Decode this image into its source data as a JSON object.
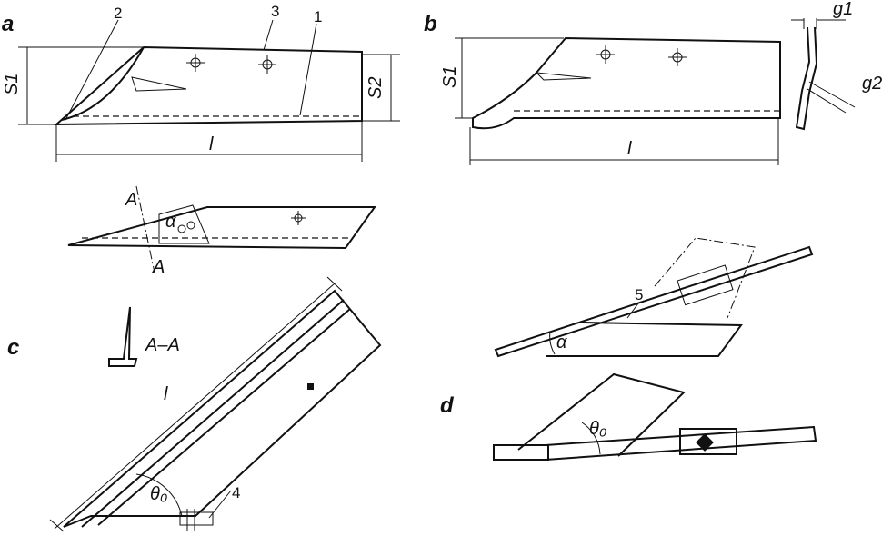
{
  "panels": {
    "a": {
      "label": "a",
      "callouts": [
        "1",
        "2",
        "3"
      ],
      "dims": {
        "s1": "S1",
        "s2": "S2",
        "l": "l"
      },
      "section_marks": [
        "A",
        "A"
      ],
      "angle": "α"
    },
    "b": {
      "label": "b",
      "dims": {
        "s1": "S1",
        "l": "l",
        "g1": "g1",
        "g2": "g2"
      }
    },
    "c": {
      "label": "c",
      "section_title": "A–A",
      "dims": {
        "l": "l"
      },
      "angle": "θ₀",
      "callouts": [
        "4"
      ]
    },
    "d": {
      "label": "d",
      "callouts": [
        "5"
      ],
      "angle_alpha": "α",
      "angle_theta": "θ₀"
    }
  }
}
